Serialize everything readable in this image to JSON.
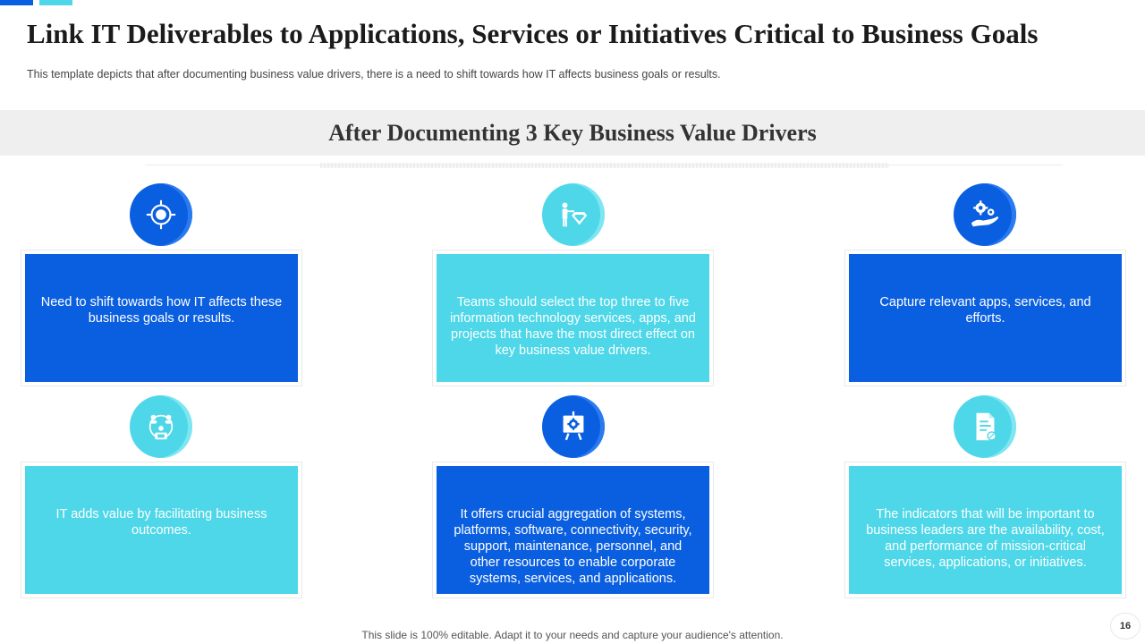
{
  "slide": {
    "title": "Link IT Deliverables to Applications, Services or Initiatives Critical to Business Goals",
    "subtitle": "This template depicts that after documenting business value  drivers,  there is a need to shift towards how IT affects business goals or results.",
    "band_heading": "After Documenting 3 Key Business Value Drivers",
    "footer": "This slide is 100% editable. Adapt it to your needs and capture your audience's attention.",
    "page_number": "16"
  },
  "colors": {
    "dark_blue": "#0a5fe0",
    "light_cyan": "#4dd7e8",
    "band_gray": "#efefef"
  },
  "cards": [
    {
      "icon": "target-icon",
      "style": "dark",
      "text": "Need to shift towards how IT affects these business goals or results."
    },
    {
      "icon": "presenter-diamond-icon",
      "style": "light",
      "text": "Teams should select the top three to five information technology services, apps, and projects that have the most direct effect on key business value drivers."
    },
    {
      "icon": "gears-hand-icon",
      "style": "dark",
      "text": "Capture relevant apps, services, and efforts."
    },
    {
      "icon": "team-network-icon",
      "style": "light",
      "text": "IT adds value by facilitating business outcomes."
    },
    {
      "icon": "gear-board-icon",
      "style": "dark",
      "text": "It offers crucial aggregation of systems, platforms, software, connectivity, security, support, maintenance, personnel, and other resources to enable  corporate systems, services, and applications."
    },
    {
      "icon": "document-icon",
      "style": "light",
      "text": "The indicators that will be important to business leaders are the availability,  cost, and performance of mission-critical services, applications, or initiatives."
    }
  ]
}
